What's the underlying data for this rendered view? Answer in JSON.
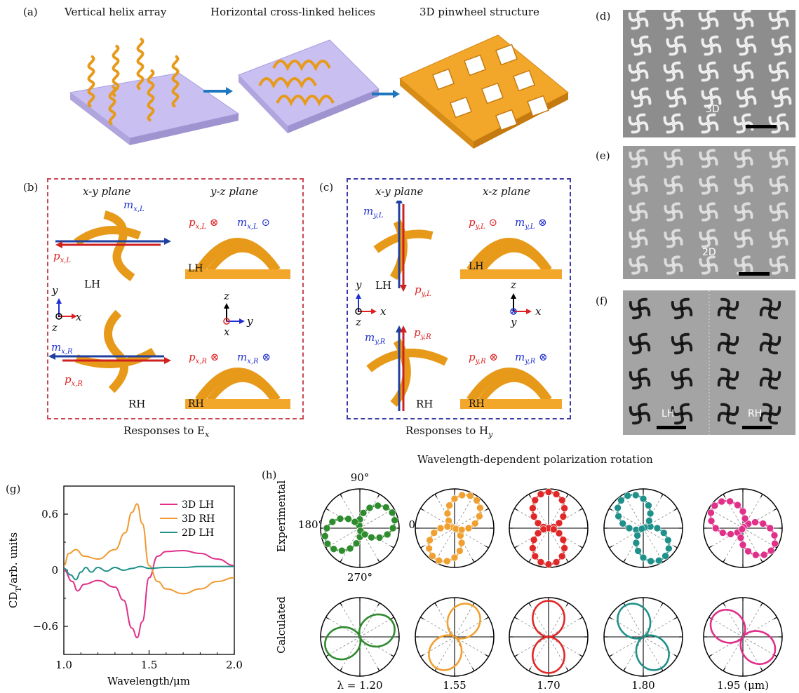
{
  "panels": {
    "a": {
      "label": "(a)",
      "titles": [
        "Vertical helix array",
        "Horizontal cross-linked helices",
        "3D pinwheel structure"
      ]
    },
    "b": {
      "label": "(b)",
      "plane_xy": "x-y plane",
      "plane_2": "y-z plane",
      "caption": "Responses to E",
      "caption_sub": "x",
      "handedness": [
        "LH",
        "RH"
      ],
      "moments_top": {
        "p": "p",
        "p_sub": "x,L",
        "m": "m",
        "m_sub": "x,L"
      },
      "moments_bottom": {
        "p": "p",
        "p_sub": "x,R",
        "m": "m",
        "m_sub": "x,R"
      },
      "axes_left": [
        "y",
        "x",
        "z"
      ],
      "axes_right": [
        "z",
        "y",
        "x"
      ]
    },
    "c": {
      "label": "(c)",
      "plane_xy": "x-y plane",
      "plane_2": "x-z plane",
      "caption": "Responses to H",
      "caption_sub": "y",
      "handedness": [
        "LH",
        "RH"
      ],
      "moments_top": {
        "p": "p",
        "p_sub": "y,L",
        "m": "m",
        "m_sub": "y,L"
      },
      "moments_bottom": {
        "p": "p",
        "p_sub": "y,R",
        "m": "m",
        "m_sub": "y,R"
      },
      "axes_left": [
        "y",
        "x",
        "z"
      ],
      "axes_right": [
        "z",
        "x",
        "y"
      ]
    },
    "d": {
      "label": "(d)",
      "tag": "3D"
    },
    "e": {
      "label": "(e)",
      "tag": "2D"
    },
    "f": {
      "label": "(f)",
      "tags": [
        "LH",
        "RH"
      ]
    },
    "g": {
      "label": "(g)"
    },
    "h": {
      "label": "(h)",
      "title": "Wavelength-dependent polarization rotation",
      "row_labels": [
        "Experimental",
        "Calculated"
      ],
      "angle_labels": [
        "90°",
        "180°",
        "0°",
        "270°"
      ],
      "wavelength_labels": [
        "λ = 1.20",
        "1.55",
        "1.70",
        "1.80",
        "1.95 (μm)"
      ],
      "plot_colors": [
        "#2e8b2e",
        "#f0a030",
        "#e02828",
        "#20908a",
        "#e0308a"
      ],
      "lobe_angles_deg": [
        20,
        60,
        90,
        120,
        145
      ]
    }
  },
  "colors": {
    "box_b": "#c94a55",
    "box_c": "#3a3aa8",
    "red_text": "#e02020",
    "blue_text": "#2030d0",
    "helix_gold": "#f3a72a",
    "substrate": "#c9bff0"
  },
  "chart_data": {
    "type": "line",
    "xlabel": "Wavelength/μm",
    "ylabel": "CD_T/arb. units",
    "xlim": [
      1.0,
      2.0
    ],
    "ylim": [
      -0.9,
      0.9
    ],
    "xticks": [
      "1.0",
      "1.5",
      "2.0"
    ],
    "yticks": [
      "0.6",
      "0",
      "−0.6"
    ],
    "legend_position": "top-right",
    "series": [
      {
        "name": "3D LH",
        "color": "#e0308a",
        "x": [
          1.0,
          1.05,
          1.08,
          1.12,
          1.2,
          1.3,
          1.35,
          1.4,
          1.43,
          1.46,
          1.5,
          1.55,
          1.6,
          1.7,
          1.8,
          1.9,
          2.0
        ],
        "y": [
          0.0,
          -0.12,
          -0.22,
          -0.15,
          -0.11,
          -0.18,
          -0.32,
          -0.62,
          -0.72,
          -0.55,
          -0.08,
          0.15,
          0.2,
          0.21,
          0.18,
          0.12,
          0.05
        ]
      },
      {
        "name": "3D RH",
        "color": "#f09a30",
        "x": [
          1.0,
          1.03,
          1.07,
          1.12,
          1.2,
          1.3,
          1.36,
          1.4,
          1.43,
          1.46,
          1.5,
          1.55,
          1.6,
          1.7,
          1.8,
          1.9,
          2.0
        ],
        "y": [
          0.05,
          0.18,
          0.22,
          0.15,
          0.12,
          0.22,
          0.4,
          0.62,
          0.71,
          0.5,
          0.05,
          -0.12,
          -0.2,
          -0.25,
          -0.2,
          -0.12,
          -0.08
        ]
      },
      {
        "name": "2D LH",
        "color": "#20908a",
        "x": [
          1.0,
          1.04,
          1.07,
          1.1,
          1.13,
          1.16,
          1.2,
          1.25,
          1.3,
          1.35,
          1.4,
          1.45,
          1.5,
          1.6,
          1.7,
          1.8,
          1.9,
          2.0
        ],
        "y": [
          0.02,
          -0.05,
          -0.1,
          -0.02,
          0.03,
          -0.02,
          0.03,
          -0.01,
          0.03,
          0.0,
          0.02,
          0.04,
          0.02,
          0.03,
          0.03,
          0.04,
          0.04,
          0.04
        ]
      }
    ]
  }
}
